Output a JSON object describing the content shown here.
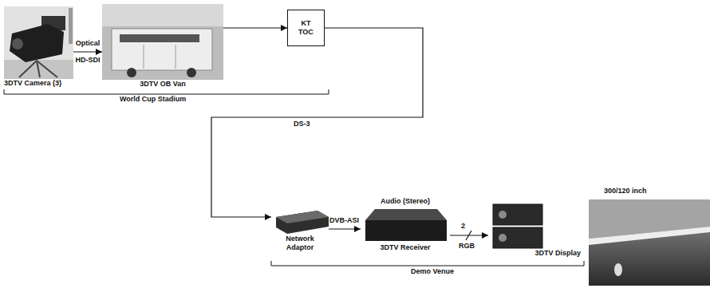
{
  "diagram": {
    "nodes": [
      {
        "text": [
          "3DTV Camera (3)"
        ]
      },
      {
        "text": [
          "3DTV OB Van"
        ]
      },
      {
        "text": [
          "KT TOC"
        ]
      },
      {
        "text": [
          "Network Adaptor"
        ]
      },
      {
        "text": [
          "Audio (Stereo)",
          "3DTV Receiver"
        ]
      },
      {
        "text": [
          "3DTV Display"
        ]
      }
    ],
    "edges": [
      {
        "from": 0,
        "to": 1,
        "arrow": "to",
        "label": "Optical HD-SDI"
      },
      {
        "from": 1,
        "to": 2,
        "arrow": "to"
      },
      {
        "from": 2,
        "to": 3,
        "arrow": "to",
        "label": "DS-3"
      },
      {
        "from": 3,
        "to": 4,
        "arrow": "to",
        "label": "DVB-ASI"
      },
      {
        "from": 4,
        "to": 5,
        "arrow": "to",
        "label": "RGB"
      }
    ],
    "labels": [
      "World Cup Stadium",
      "2",
      "300/120 inch",
      "Demo Venue"
    ]
  }
}
